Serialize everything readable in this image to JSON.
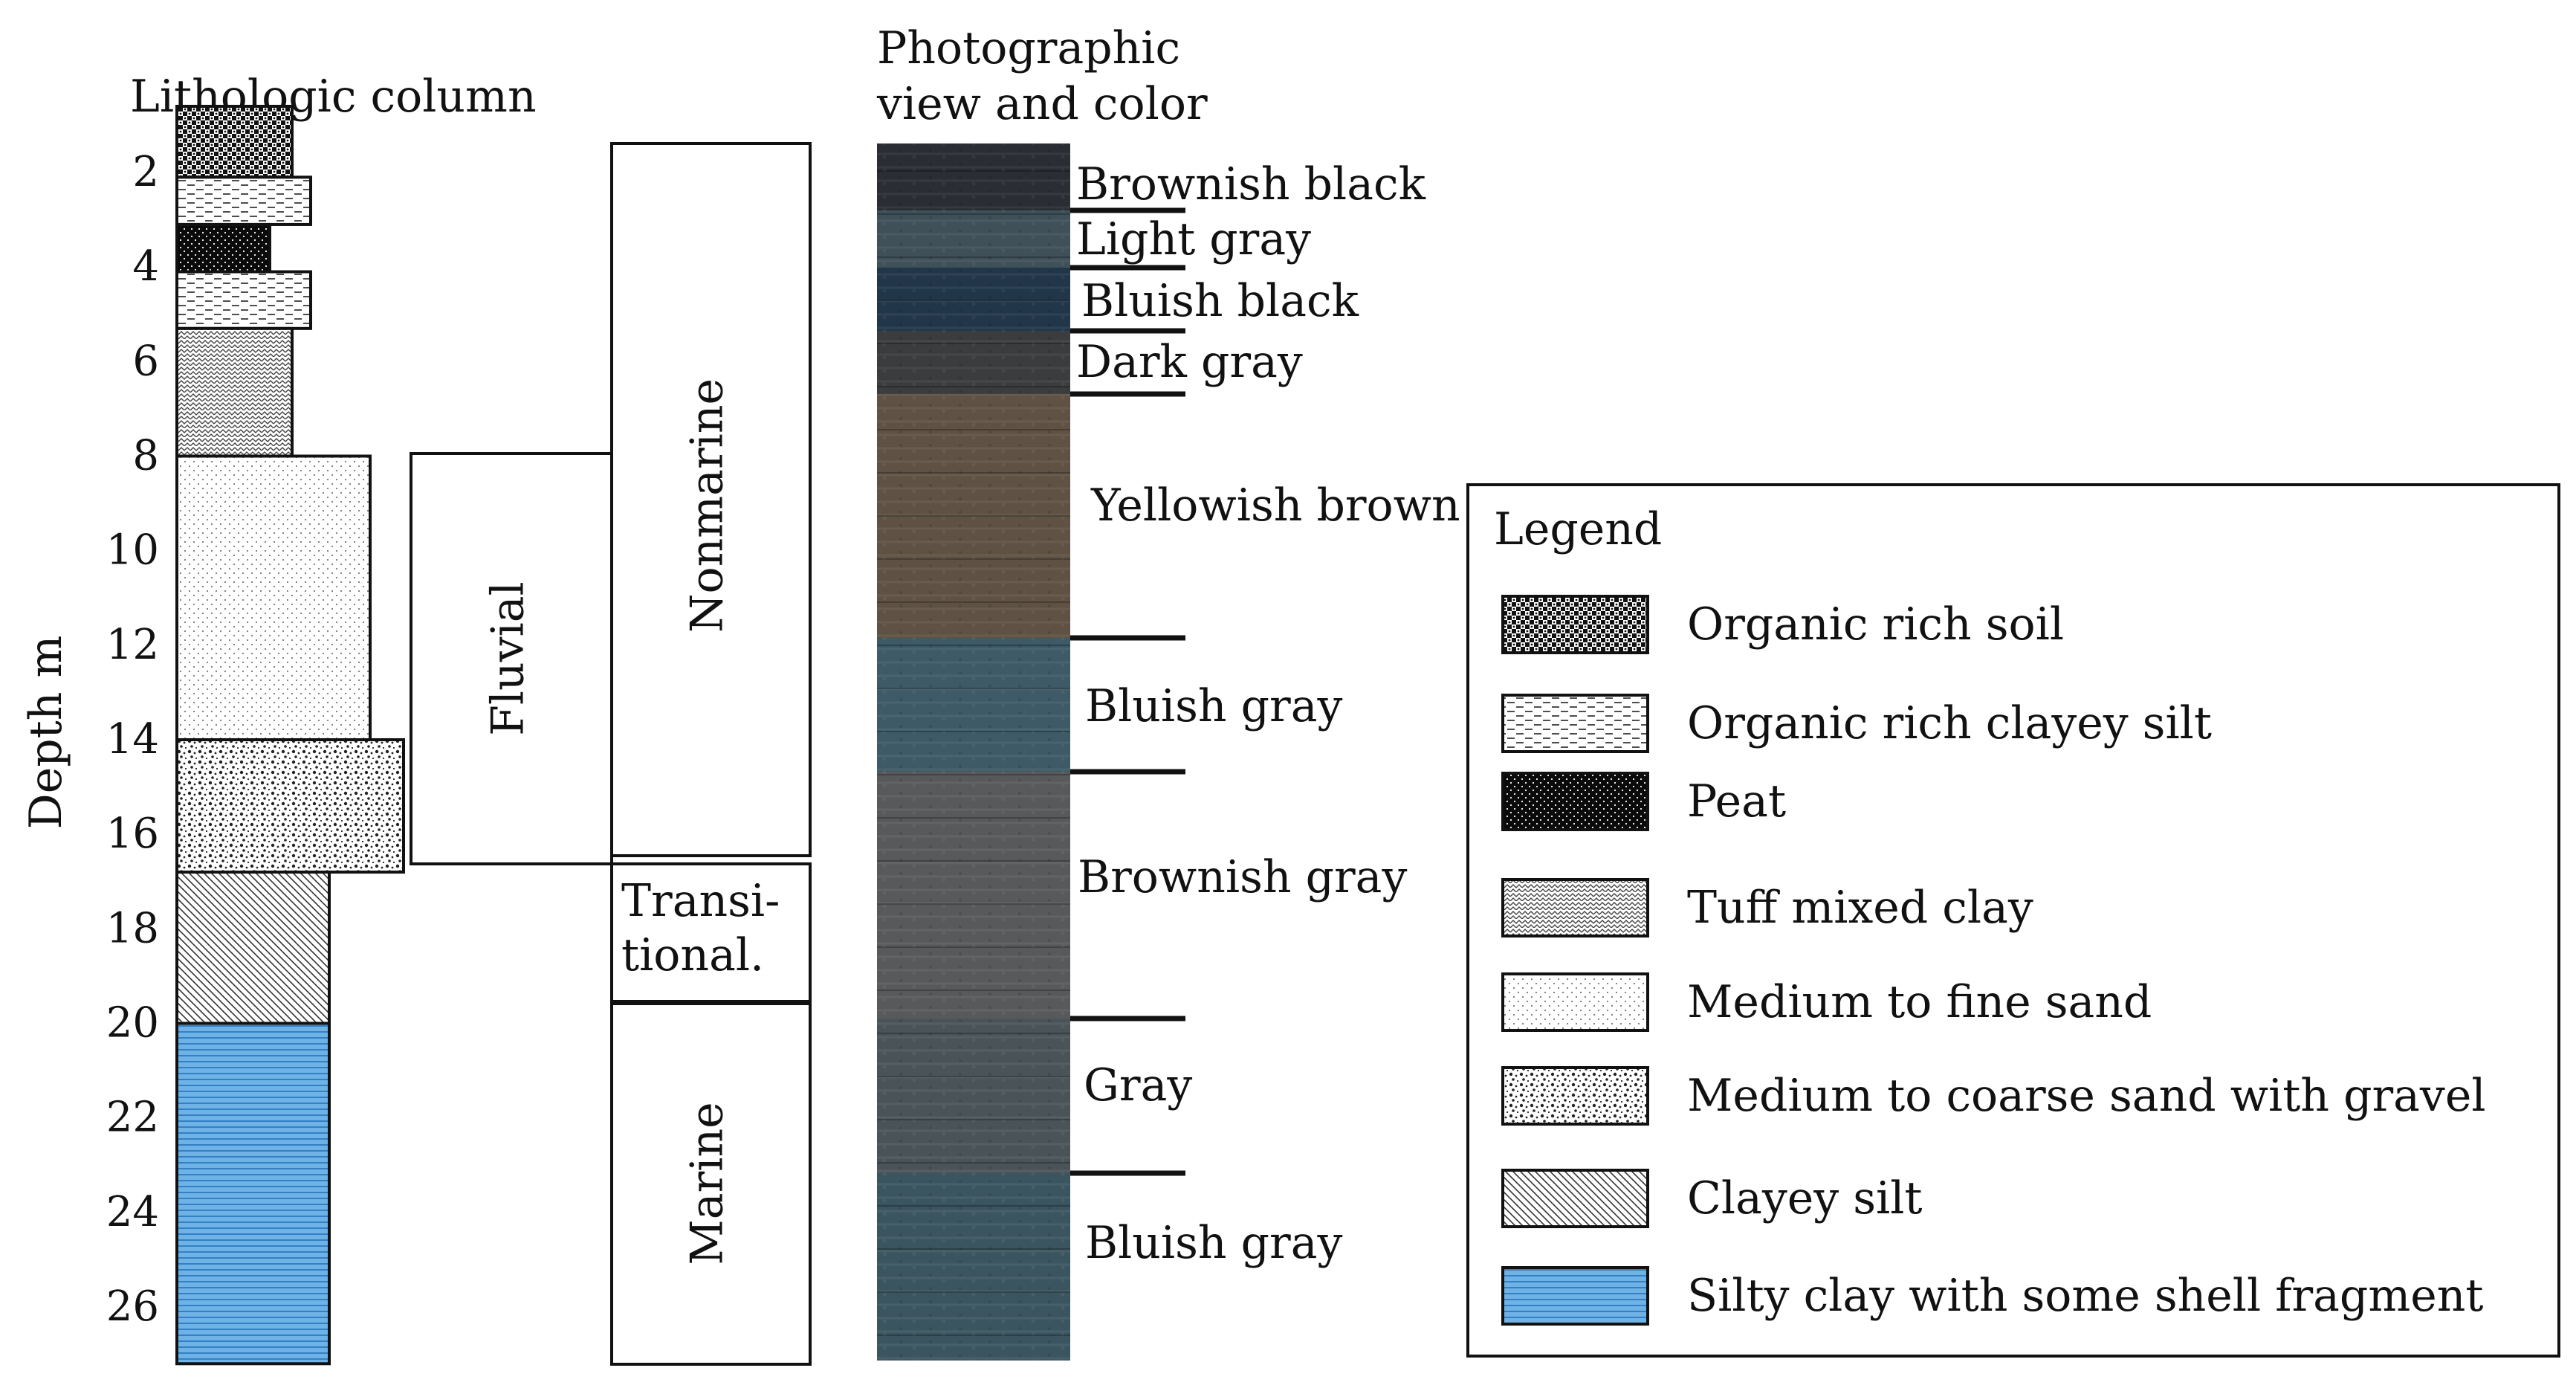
{
  "titles": {
    "lithologic_column": "Lithologic column",
    "photo_line1": "Photographic",
    "photo_line2": "view and color",
    "depth_axis": "Depth m"
  },
  "depth_ticks": [
    "2",
    "4",
    "6",
    "8",
    "10",
    "12",
    "14",
    "16",
    "18",
    "20",
    "22",
    "24",
    "26"
  ],
  "depth_range_m": [
    0.6,
    27.2
  ],
  "lithology_layers": [
    {
      "top_m": 0.6,
      "bottom_m": 2.1,
      "pattern": "organic-rich-soil"
    },
    {
      "top_m": 2.1,
      "bottom_m": 3.1,
      "pattern": "organic-rich-clayey-silt"
    },
    {
      "top_m": 3.1,
      "bottom_m": 4.1,
      "pattern": "peat"
    },
    {
      "top_m": 4.1,
      "bottom_m": 5.3,
      "pattern": "organic-rich-clayey-silt"
    },
    {
      "top_m": 5.3,
      "bottom_m": 8.0,
      "pattern": "tuff-mixed-clay"
    },
    {
      "top_m": 8.0,
      "bottom_m": 14.0,
      "pattern": "medium-to-fine-sand"
    },
    {
      "top_m": 14.0,
      "bottom_m": 16.8,
      "pattern": "medium-to-coarse-sand-with-gravel"
    },
    {
      "top_m": 16.8,
      "bottom_m": 20.0,
      "pattern": "clayey-silt"
    },
    {
      "top_m": 20.0,
      "bottom_m": 27.2,
      "pattern": "silty-clay-with-shell"
    }
  ],
  "environments": {
    "fluvial": "Fluvial",
    "nonmarine": "Nonmarine",
    "transitional_line1": "Transi-",
    "transitional_line2": "tional.",
    "marine": "Marine"
  },
  "photo_colors": [
    {
      "label": "Brownish black",
      "swatch": "#2a2d33"
    },
    {
      "label": "Light gray",
      "swatch": "#3f5058"
    },
    {
      "label": "Bluish black",
      "swatch": "#22364a"
    },
    {
      "label": "Dark gray",
      "swatch": "#3a3c3d"
    },
    {
      "label": "Yellowish brown",
      "swatch": "#5f5244"
    },
    {
      "label": "Bluish gray",
      "swatch": "#3d5a66"
    },
    {
      "label": "Brownish gray",
      "swatch": "#58595a"
    },
    {
      "label": "Gray",
      "swatch": "#4a5458"
    },
    {
      "label": "Bluish gray",
      "swatch": "#3b5560"
    }
  ],
  "legend": {
    "title": "Legend",
    "items": [
      {
        "label": "Organic rich soil",
        "pattern": "organic-rich-soil"
      },
      {
        "label": "Organic rich clayey silt",
        "pattern": "organic-rich-clayey-silt"
      },
      {
        "label": "Peat",
        "pattern": "peat"
      },
      {
        "label": "Tuff mixed clay",
        "pattern": "tuff-mixed-clay"
      },
      {
        "label": "Medium to fine sand",
        "pattern": "medium-to-fine-sand"
      },
      {
        "label": "Medium to coarse sand with gravel",
        "pattern": "medium-to-coarse-sand-with-gravel"
      },
      {
        "label": "Clayey silt",
        "pattern": "clayey-silt"
      },
      {
        "label": "Silty clay with some shell fragment",
        "pattern": "silty-clay-with-shell"
      }
    ]
  },
  "colors": {
    "silty_clay_fill": "#6fb3e6",
    "silty_clay_lines": "#1f6fb8",
    "outline": "#111111"
  }
}
